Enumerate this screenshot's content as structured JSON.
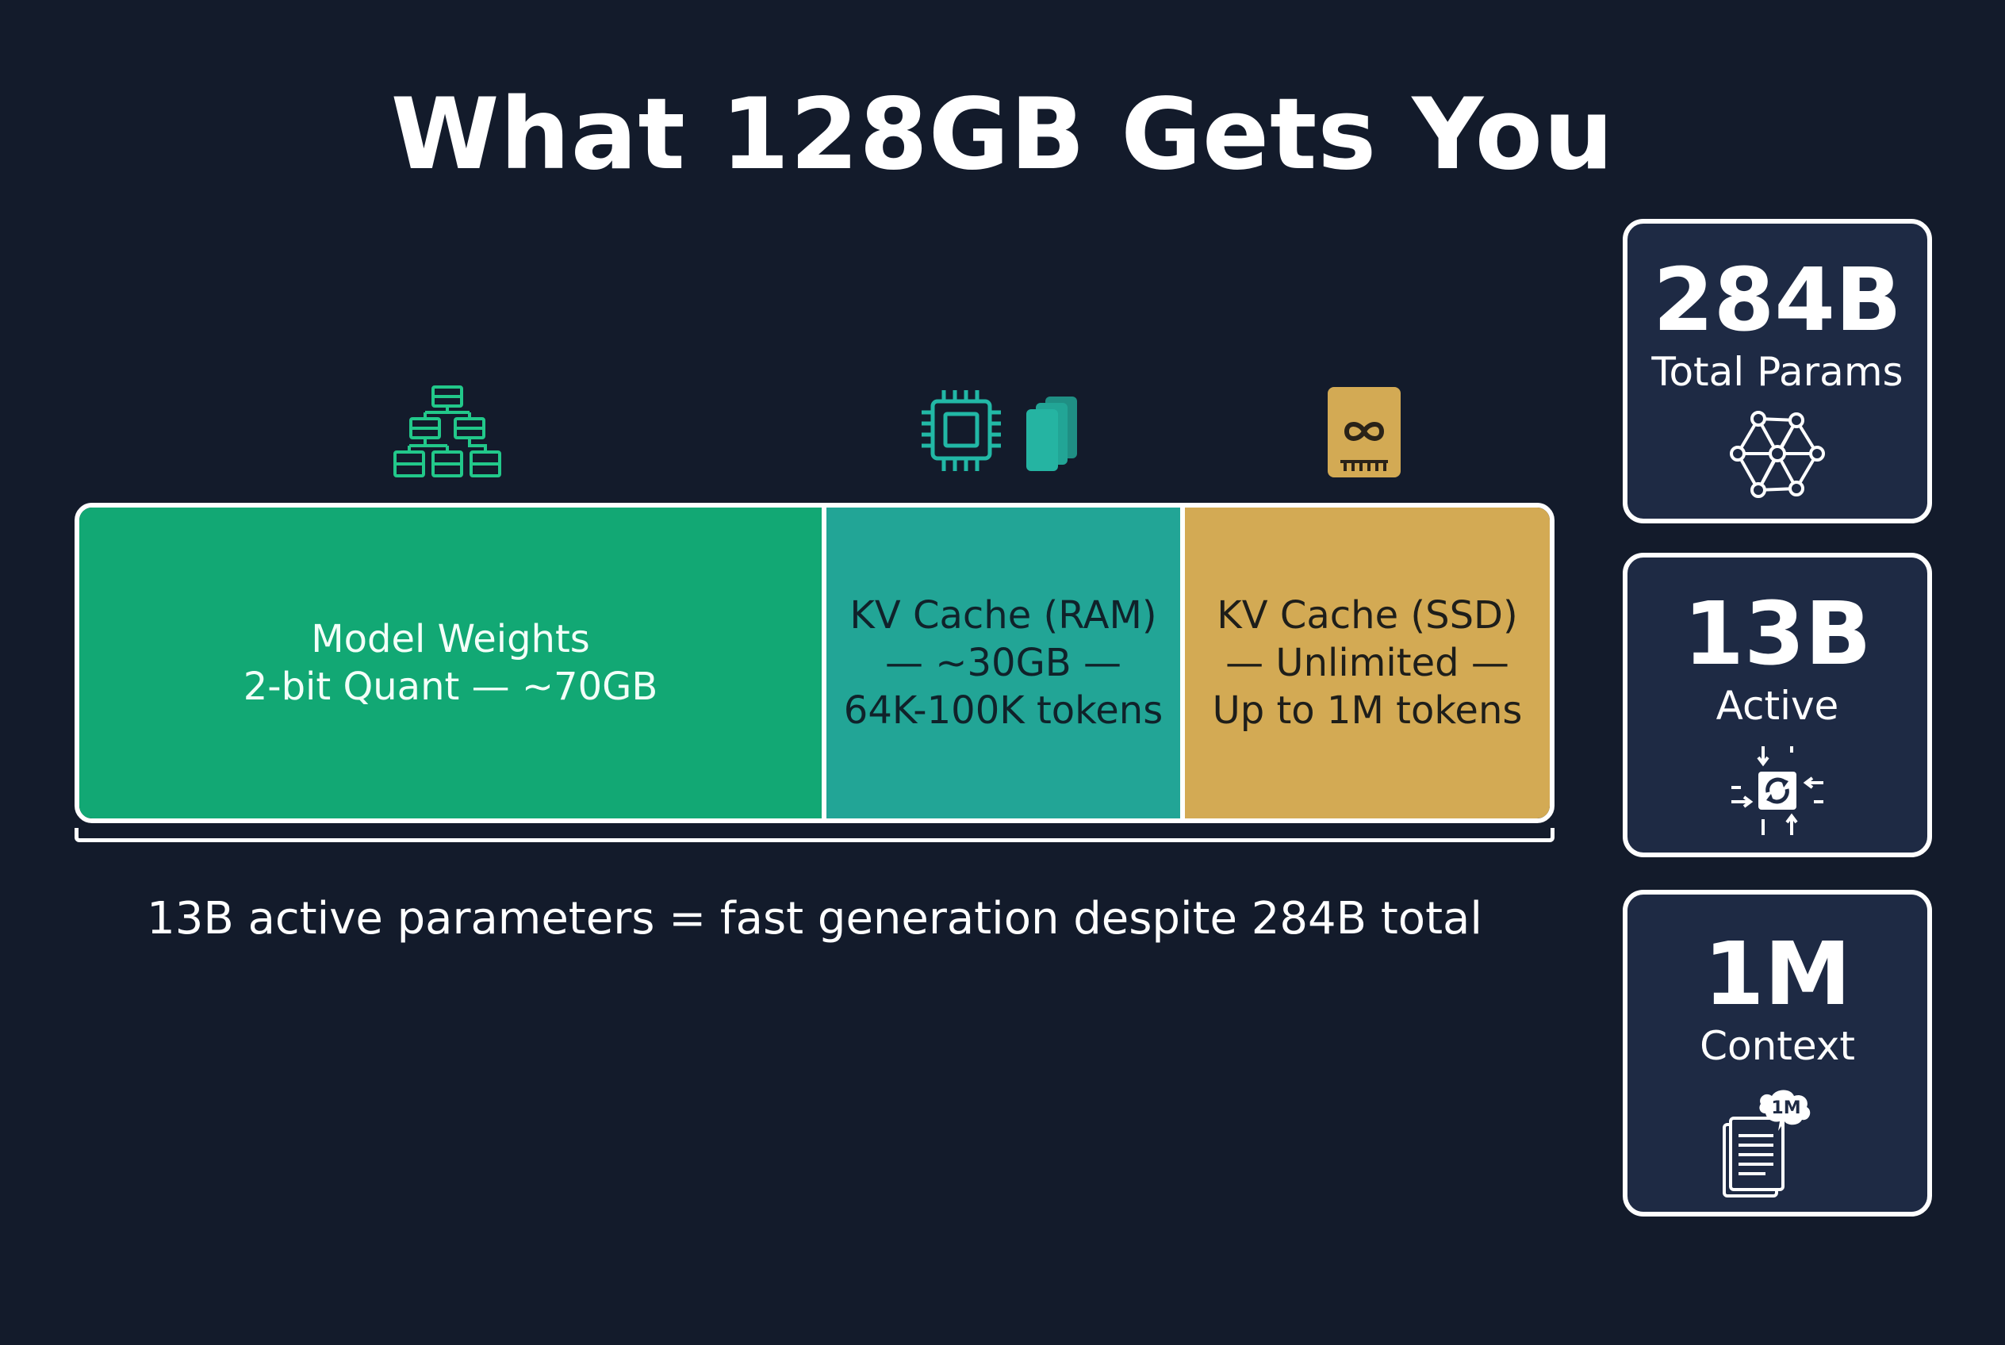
{
  "title": "What 128GB Gets You",
  "bar": {
    "segments": [
      {
        "lines": [
          "Model Weights",
          "2-bit Quant — ~70GB"
        ],
        "color": "#12a874",
        "icon": "server-cluster-icon"
      },
      {
        "lines": [
          "KV Cache (RAM)",
          "— ~30GB —",
          "64K-100K tokens"
        ],
        "color": "#22a596",
        "icon": "chip-memory-icon"
      },
      {
        "lines": [
          "KV Cache (SSD)",
          "— Unlimited —",
          "Up to 1M tokens"
        ],
        "color": "#d3aa54",
        "icon": "ssd-infinity-icon"
      }
    ]
  },
  "caption": "13B active parameters = fast generation despite 284B total",
  "cards": [
    {
      "value": "284B",
      "label": "Total Params",
      "icon": "network-icon"
    },
    {
      "value": "13B",
      "label": "Active",
      "icon": "active-refresh-icon"
    },
    {
      "value": "1M",
      "label": "Context",
      "icon": "documents-1m-icon",
      "icon_badge": "1M"
    }
  ],
  "colors": {
    "background": "#131b2b",
    "card": "#1e2a44",
    "green": "#12a874",
    "teal": "#22a596",
    "gold": "#d3aa54"
  }
}
